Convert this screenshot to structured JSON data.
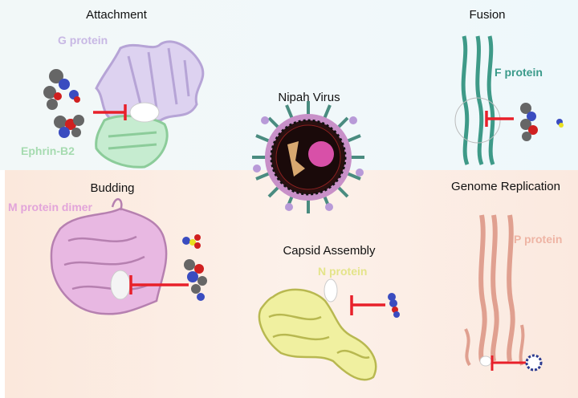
{
  "sections": {
    "attachment": {
      "title": "Attachment",
      "labels": [
        "G protein",
        "Ephrin-B2"
      ]
    },
    "fusion": {
      "title": "Fusion",
      "labels": [
        "F protein"
      ]
    },
    "virus": {
      "title": "Nipah Virus"
    },
    "budding": {
      "title": "Budding",
      "labels": [
        "M protein dimer"
      ]
    },
    "capsid": {
      "title": "Capsid Assembly",
      "labels": [
        "N protein"
      ]
    },
    "replication": {
      "title": "Genome Replication",
      "labels": [
        "P protein"
      ]
    }
  },
  "colors": {
    "g_protein": "#c8b8e4",
    "ephrin": "#a6dbb0",
    "f_protein": "#3a9a8a",
    "m_protein": "#e2a4da",
    "n_protein": "#e4e48a",
    "p_protein": "#eeb4a4",
    "inhibitor": "#e8202a"
  }
}
